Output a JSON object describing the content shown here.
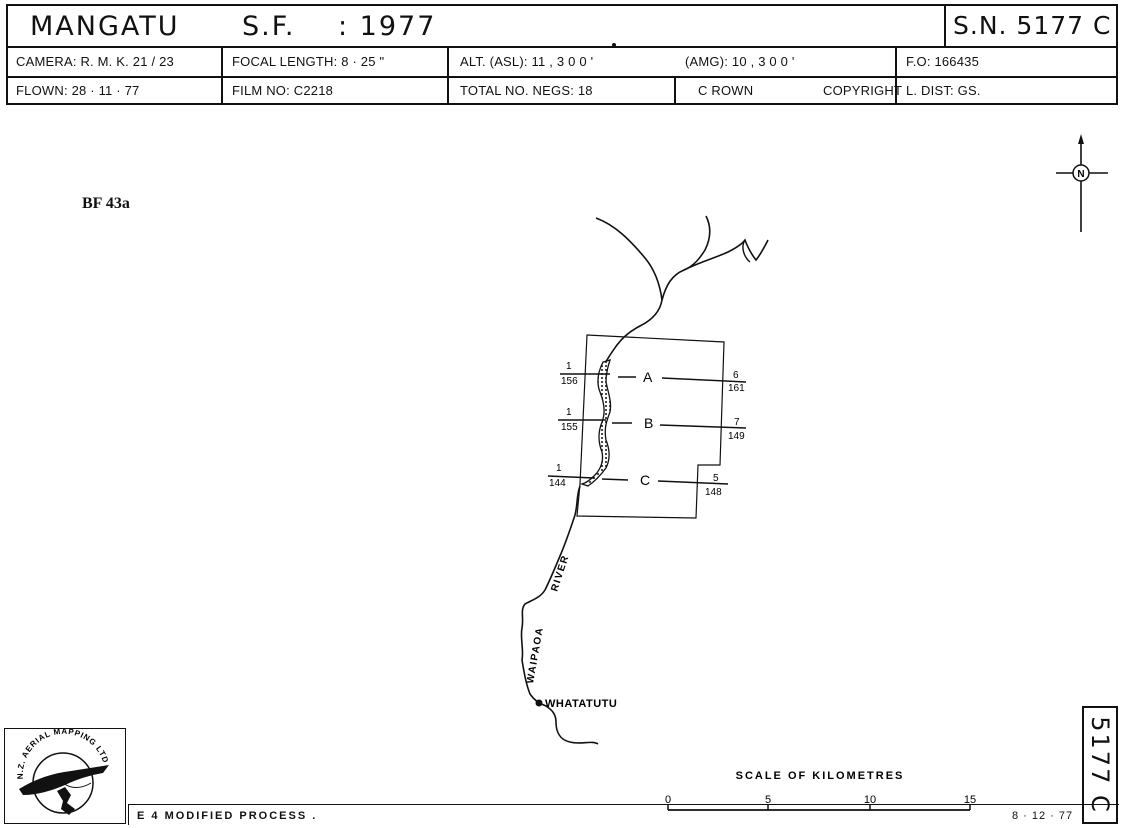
{
  "header": {
    "title_place": "MANGATU",
    "title_sf": "S.F.",
    "title_year": ": 1977",
    "sn": "S.N. 5177 C",
    "camera": "CAMERA: R. M. K. 21 / 23",
    "focal_length": "FOCAL LENGTH: 8 · 25 \"",
    "alt_asl": "ALT. (ASL): 11 , 3 0 0 '",
    "alt_amg": "(AMG): 10 , 3 0 0 '",
    "fo": "F.O: 166435",
    "flown": "FLOWN: 28 · 11 · 77",
    "film_no": "FILM NO: C2218",
    "total_negs": "TOTAL NO. NEGS: 18",
    "crown": "C ROWN",
    "copyright": "COPYRIGHT",
    "l_dist": "L. DIST: GS."
  },
  "reference_label": "BF 43a",
  "north": {
    "letter": "N"
  },
  "map": {
    "runs": [
      {
        "id": "A",
        "start_top": "1",
        "start_bottom": "156",
        "end_top": "6",
        "end_bottom": "161"
      },
      {
        "id": "B",
        "start_top": "1",
        "start_bottom": "155",
        "end_top": "7",
        "end_bottom": "149"
      },
      {
        "id": "C",
        "start_top": "1",
        "start_bottom": "144",
        "end_top": "5",
        "end_bottom": "148"
      }
    ],
    "river_label_1": "RIVER",
    "river_label_2": "WAIPAOA",
    "town": "WHATATUTU"
  },
  "scale": {
    "title": "SCALE  OF  KILOMETRES",
    "ticks": [
      "0",
      "5",
      "10",
      "15"
    ]
  },
  "date": "8 · 12 · 77",
  "vertical_id": "5177 C",
  "footer_process": "E 4   MODIFIED    PROCESS .",
  "logo": {
    "text": "N.Z. AERIAL MAPPING LTD"
  }
}
